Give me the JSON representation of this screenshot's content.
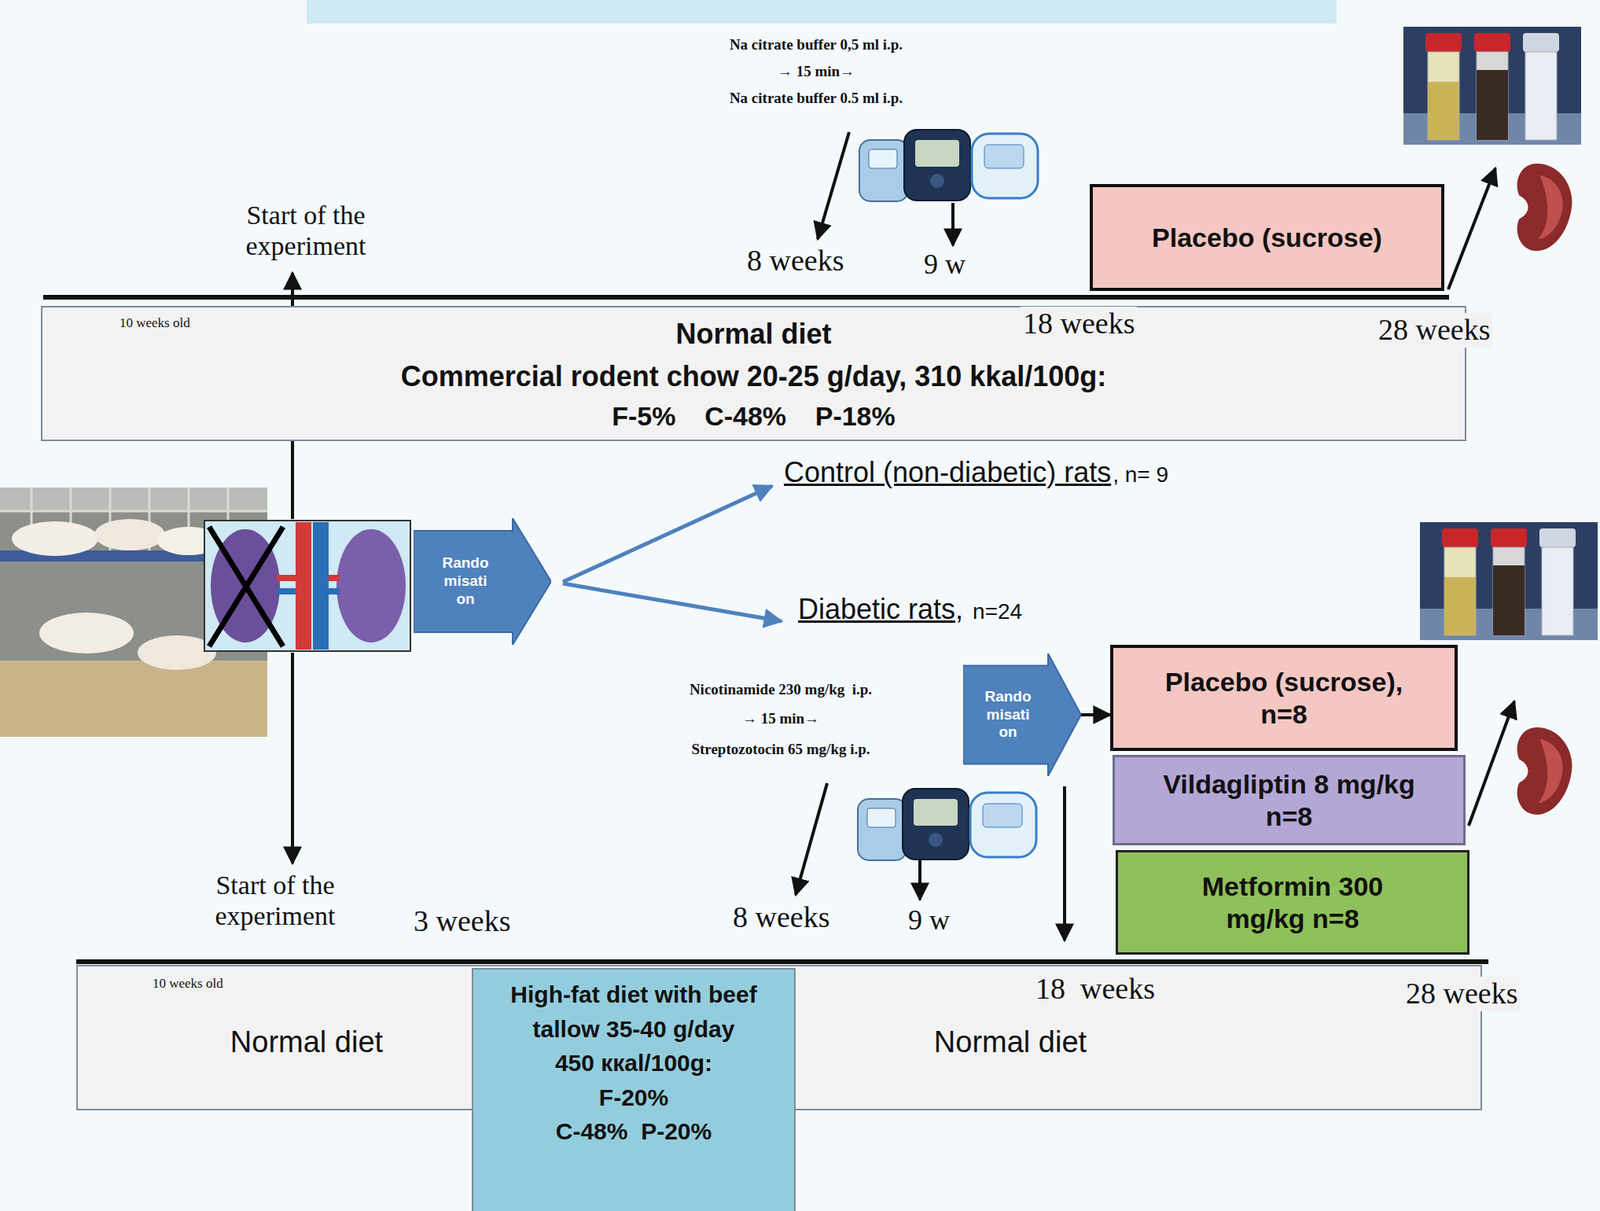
{
  "diagram": {
    "nodes": [
      {
        "text": [
          "Placebo (sucrose)"
        ]
      },
      {
        "text": [
          "10 weeks old",
          "Normal diet",
          "Commercial rodent chow 20-25 g/day, 310 kkal/100g:",
          "F-5% C-48% P-18%"
        ]
      },
      {
        "text": [
          "Rando misati on"
        ]
      },
      {
        "text": [
          "Rando misati on"
        ]
      },
      {
        "text": [
          "Placebo (sucrose), n=8"
        ]
      },
      {
        "text": [
          "Vildagliptin 8 mg/kg n=8"
        ]
      },
      {
        "text": [
          "Metformin 300 mg/kg n=8"
        ]
      },
      {
        "text": [
          "10 weeks old",
          "Normal diet",
          "Normal diet"
        ]
      },
      {
        "text": [
          "High-fat diet with beef tallow 35-40 g/day",
          "450 ккal/100g:",
          "F-20%",
          "C-48%  P-20%"
        ]
      }
    ],
    "edges": [
      {
        "from": 3,
        "to": 4,
        "arrow": "to"
      }
    ],
    "labels": [
      "Na citrate buffer 0,5 ml i.p.",
      "→ 15 min→",
      "Na citrate buffer 0.5 ml i.p.",
      "Start of the experiment",
      "8 weeks",
      "9 w",
      "18 weeks",
      "28 weeks",
      "Control (non-diabetic) rats",
      ", n= 9",
      "Diabetic rats,",
      "n=24",
      "Nicotinamide 230 mg/kg  i.p.",
      "→ 15 min→",
      "Streptozotocin 65 mg/kg i.p.",
      "Start of the experiment",
      "3 weeks",
      "8 weeks",
      "9 w",
      "18  weeks",
      "28 weeks"
    ]
  }
}
